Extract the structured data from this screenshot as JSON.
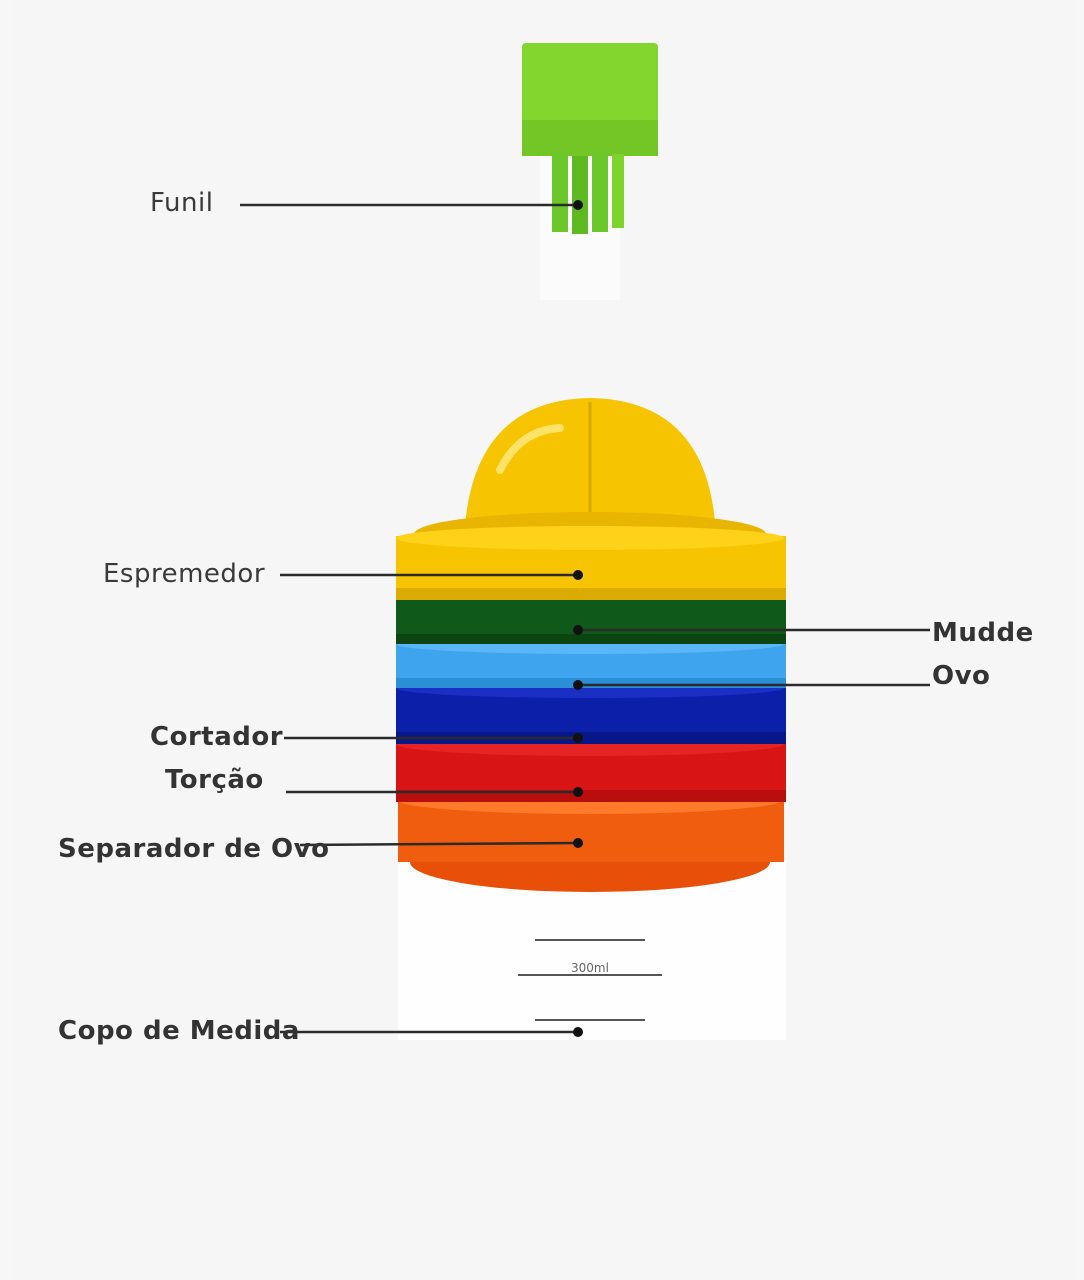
{
  "labels": {
    "funil": "Funil",
    "espremedor": "Espremedor",
    "mudde": "Mudde",
    "ovo": "Ovo",
    "cortador": "Cortador",
    "torcao": "Torção",
    "separador": "Separador de Ovo",
    "copo": "Copo de Medida"
  },
  "measurement_mark": "300ml",
  "colors": {
    "green_light": "#7ed42c",
    "yellow": "#f6c400",
    "green_dark": "#0f5a1a",
    "light_blue": "#3fa4ee",
    "blue": "#0c1fa8",
    "red": "#d81414",
    "orange": "#f05d0e",
    "leader": "#2b2b2b"
  }
}
